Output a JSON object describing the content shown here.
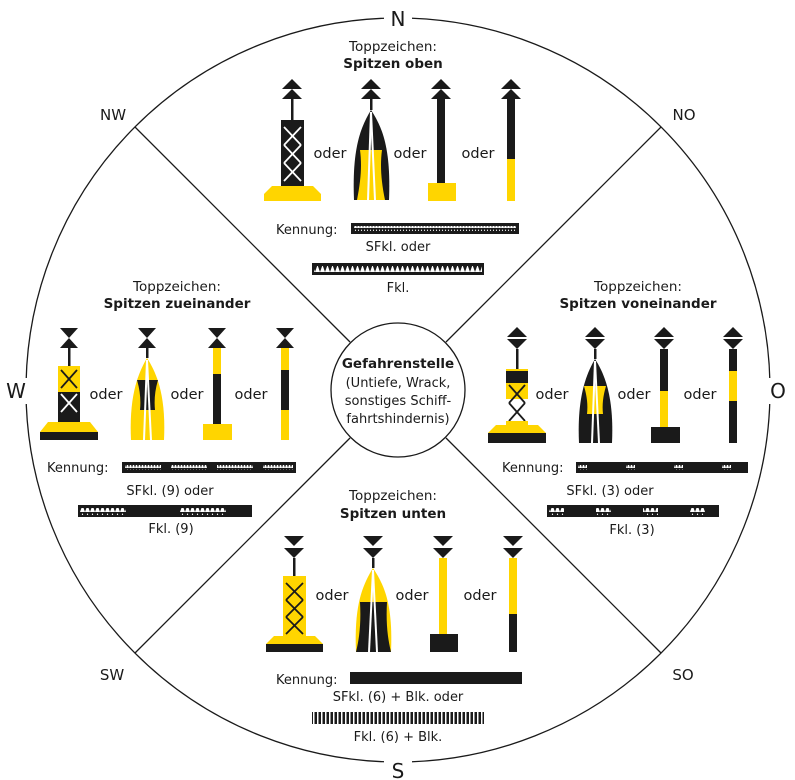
{
  "colors": {
    "yellow": "#ffd500",
    "black": "#1a1a1a",
    "white": "#ffffff"
  },
  "compass": {
    "N": "N",
    "NO": "NO",
    "O": "O",
    "SO": "SO",
    "S": "S",
    "SW": "SW",
    "W": "W",
    "NW": "NW"
  },
  "center": {
    "title": "Gefahrenstelle",
    "lines": [
      "(Untiefe, Wrack,",
      "sonstiges Schiff-",
      "fahrtshindernis)"
    ]
  },
  "or_word": "oder",
  "label_kennung": "Kennung:",
  "north": {
    "topmark_label": "Toppzeichen:",
    "topmark_name": "Spitzen oben",
    "rhythm_1": "SFkl. oder",
    "rhythm_2": "Fkl."
  },
  "east": {
    "topmark_label": "Toppzeichen:",
    "topmark_name": "Spitzen voneinander",
    "rhythm_1": "SFkl. (3) oder",
    "rhythm_2": "Fkl. (3)"
  },
  "south": {
    "topmark_label": "Toppzeichen:",
    "topmark_name": "Spitzen unten",
    "rhythm_1": "SFkl. (6) + Blk. oder",
    "rhythm_2": "Fkl. (6) + Blk."
  },
  "west": {
    "topmark_label": "Toppzeichen:",
    "topmark_name": "Spitzen zueinander",
    "rhythm_1": "SFkl. (9) oder",
    "rhythm_2": "Fkl. (9)"
  }
}
